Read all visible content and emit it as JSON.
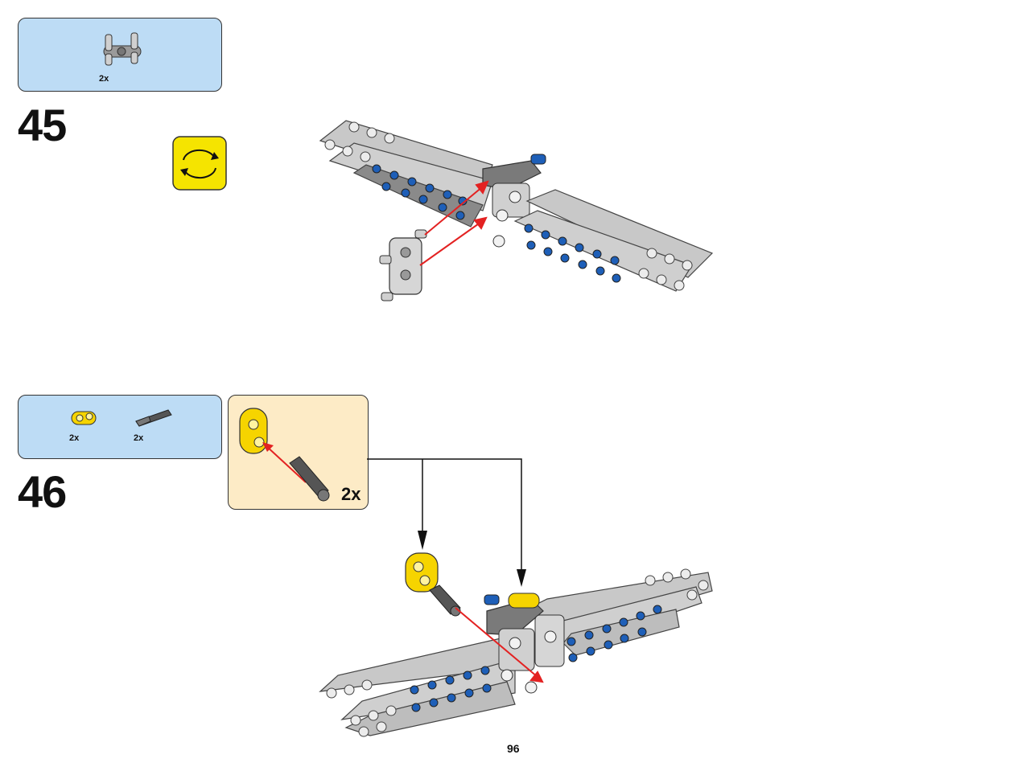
{
  "steps": [
    {
      "number": "45",
      "parts": [
        {
          "name": "double cross block",
          "qty": "2x"
        }
      ],
      "rotate_icon": "rotate-model-icon"
    },
    {
      "number": "46",
      "parts": [
        {
          "name": "yellow cross block",
          "qty": "2x"
        },
        {
          "name": "axle pin",
          "qty": "2x"
        }
      ],
      "subassembly": {
        "qty": "2x"
      }
    }
  ],
  "page": {
    "number": "96"
  },
  "colors": {
    "parts_bg": "#bddcf5",
    "subassembly_bg": "#fdebc6",
    "rotate_yellow": "#f5e400",
    "beam_gray": "#c8c8c8",
    "dark_gray": "#6b6b6b",
    "pin_blue": "#1e5fb8",
    "part_yellow": "#f6d400",
    "arrow_red": "#e32222"
  }
}
